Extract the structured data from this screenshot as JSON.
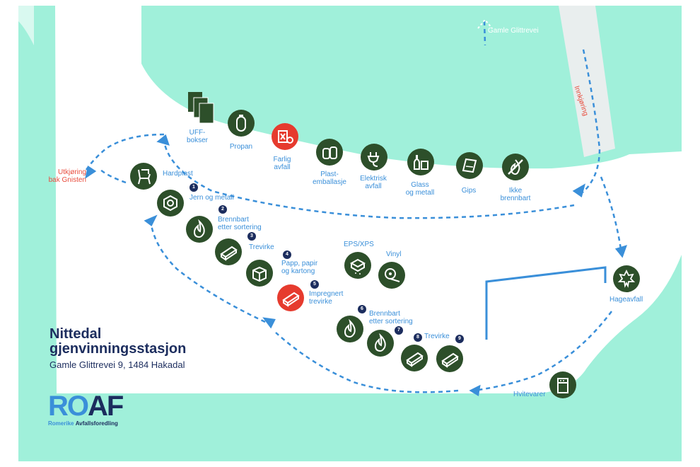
{
  "colors": {
    "water": "#a0f0da",
    "ground": "#ffffff",
    "road": "#e9eeee",
    "route": "#3a8fd9",
    "icon_green": "#2d4f2a",
    "icon_red": "#e63b2e",
    "navy": "#1c2d5e",
    "accent_red": "#e84c3d"
  },
  "title": "Nittedal\ngjenvinningsstasjon",
  "address": "Gamle Glittrevei 9, 1484 Hakadal",
  "logo": {
    "ro": "RO",
    "af": "AF",
    "sub_a": "Romerike",
    "sub_b": "Avfallsforedling"
  },
  "roads": {
    "gamle": "Gamle Glittrevei",
    "innkjoring": "Innkjøring",
    "utkjoring": "Utkjøring\nbak Gnisten"
  },
  "labels": {
    "uff": "UFF-\nbokser",
    "propan": "Propan",
    "farlig": "Farlig\navfall",
    "plast": "Plast-\nemballasje",
    "elektrisk": "Elektrisk\navfall",
    "glass": "Glass\nog metall",
    "gips": "Gips",
    "ikke": "Ikke\nbrennbart",
    "hardplast": "Hardplast",
    "jern": "Jern og metall",
    "brennbart1": "Brennbart\netter sortering",
    "trevirke1": "Trevirke",
    "papp": "Papp, papir\nog kartong",
    "impregnert": "Impregnert\ntrevirke",
    "eps": "EPS/XPS",
    "vinyl": "Vinyl",
    "brennbart2": "Brennbart\netter sortering",
    "trevirke2": "Trevirke",
    "hageavfall": "Hageavfall",
    "hvitevarer": "Hvitevarer"
  },
  "numbers": {
    "n1": "1",
    "n2": "2",
    "n3": "3",
    "n4": "4",
    "n5": "5",
    "n6": "6",
    "n7": "7",
    "n8": "8",
    "n9": "9"
  },
  "icons": {
    "box": "box-icon",
    "propane": "propane-tank-icon",
    "hazard": "hazardous-waste-icon",
    "plastic": "plastic-bottles-icon",
    "electric": "electric-plug-icon",
    "glass": "glass-bottles-icon",
    "gips": "plasterboard-icon",
    "not_burnable": "no-fire-icon",
    "chair": "plastic-chair-icon",
    "nut": "metal-nut-icon",
    "flame": "flame-icon",
    "wood": "wood-plank-icon",
    "cardboard": "cardboard-box-icon",
    "eps": "eps-block-icon",
    "vinyl": "vinyl-roll-icon",
    "leaf": "leaf-icon",
    "fridge": "appliance-icon"
  }
}
